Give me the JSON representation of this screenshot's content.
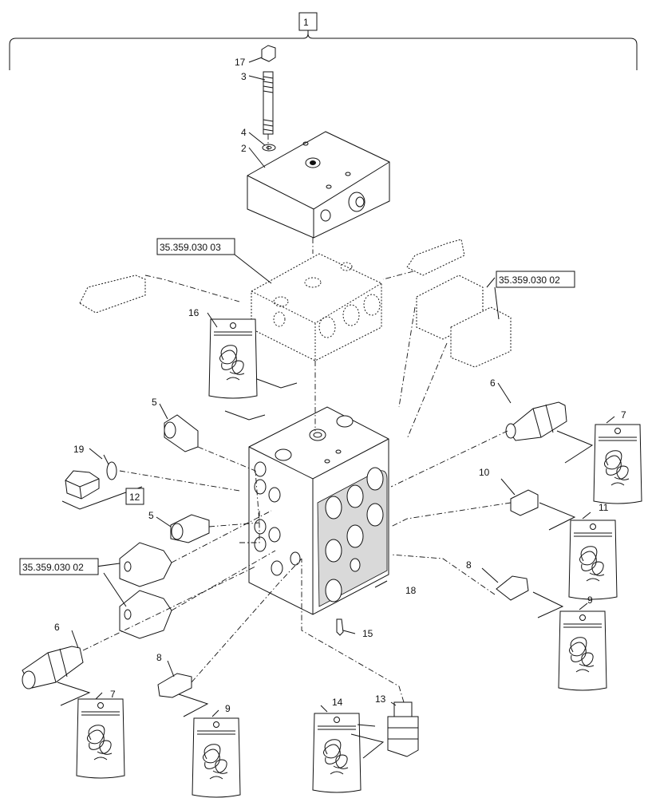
{
  "labels": {
    "assembly": "1",
    "kit_12": "12",
    "ref_top": "35.359.030 03",
    "ref_right": "35.359.030 02",
    "ref_left": "35.359.030 02",
    "p2": "2",
    "p3": "3",
    "p4": "4",
    "p17": "17",
    "p5a": "5",
    "p5b": "5",
    "p6a": "6",
    "p6b": "6",
    "p7a": "7",
    "p7b": "7",
    "p8a": "8",
    "p8b": "8",
    "p9a": "9",
    "p9b": "9",
    "p10": "10",
    "p11": "11",
    "p13": "13",
    "p14": "14",
    "p15": "15",
    "p16": "16",
    "p18": "18",
    "p19": "19"
  }
}
